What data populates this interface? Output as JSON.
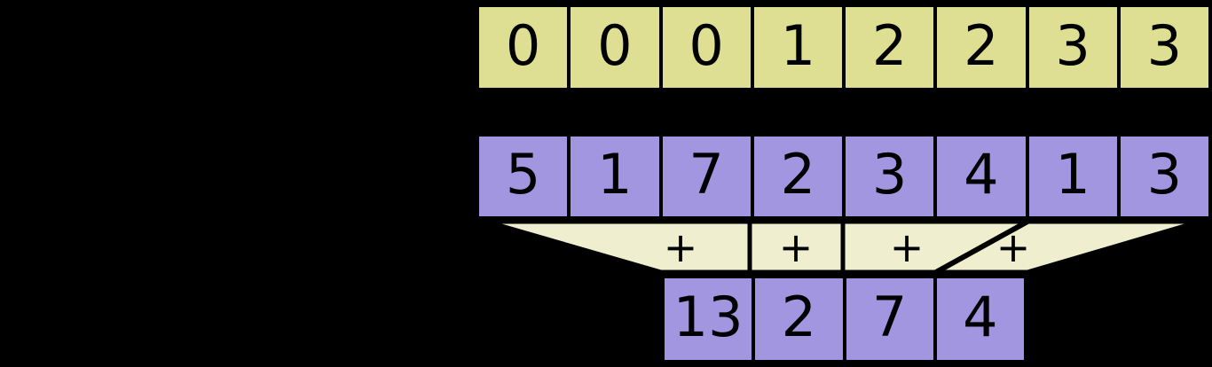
{
  "diagram": {
    "title": "segmented-reduction-diagram",
    "background_color": "#000000",
    "colors": {
      "offsets_fill": "#dfdf94",
      "values_fill": "#a396e0",
      "results_fill": "#a396e0",
      "funnel_fill": "#efefcf",
      "stroke": "#000000"
    },
    "rows": {
      "offsets": {
        "name": "segment-offsets-row",
        "fill": "#dfdf94",
        "cells": [
          "0",
          "0",
          "0",
          "1",
          "2",
          "2",
          "3",
          "3"
        ]
      },
      "values": {
        "name": "input-values-row",
        "fill": "#a396e0",
        "cells": [
          "5",
          "1",
          "7",
          "2",
          "3",
          "4",
          "1",
          "3"
        ]
      },
      "results": {
        "name": "reduced-output-row",
        "fill": "#a396e0",
        "cells": [
          "13",
          "2",
          "7",
          "4"
        ]
      }
    },
    "funnel": {
      "name": "reduction-funnel",
      "fill": "#efefcf",
      "operators": [
        "+",
        "+",
        "+",
        "+"
      ]
    }
  }
}
